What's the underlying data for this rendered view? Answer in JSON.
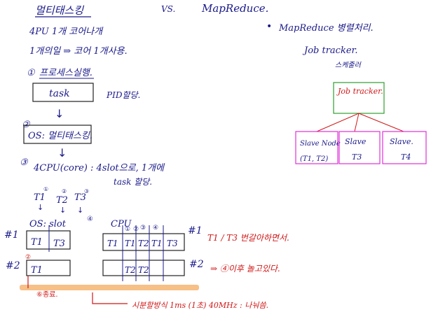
{
  "header": {
    "title": "멀티태스킹",
    "vs": "VS.",
    "mapreduce": "MapReduce."
  },
  "left_notes": {
    "line1": "4PU 1개 코어나개",
    "line2": "1개의일 ⇒ 코어 1개사용.",
    "step1": {
      "num": "①",
      "label": "프로세스실행."
    },
    "task_box": "task",
    "pid": "PID할당.",
    "arrow1": "↓",
    "step2": {
      "num": "②",
      "box": "OS: 멀티태스킹."
    },
    "arrow2": "↓",
    "step3": {
      "num": "③",
      "line1": "4CPU(core) : 4slot으로, 1개에",
      "line2": "task 할당."
    },
    "tasks": [
      {
        "label": "T1",
        "mark": "①"
      },
      {
        "label": "T2",
        "mark": "②"
      },
      {
        "label": "T3",
        "mark": "③"
      }
    ],
    "mark4": "④",
    "os_slot": "OS: slot",
    "cpu": "CPU"
  },
  "slots": {
    "row1_label": "#1",
    "row2_label": "#2",
    "left_row1": [
      "T1",
      "T3"
    ],
    "left_row2": [
      "T1"
    ],
    "left_row2_mark": "②",
    "right_marks": [
      "①",
      "②",
      "③",
      "④"
    ],
    "right_row1": [
      "T1",
      "T1",
      "T2",
      "T1",
      "T3"
    ],
    "right_row2": [
      "T2",
      "T2"
    ],
    "right_row1_label": "#1",
    "right_row2_label": "#2",
    "end_mark": "⑥종료.",
    "bottom_note": "시분할방식 1ms (1초)   40MHz : 나눠씀."
  },
  "red_notes": {
    "note1": "T1 / T3 번갈아하면서.",
    "note2": "⇒ ④이후 놀고있다."
  },
  "right_notes": {
    "bullet": "•",
    "heading": "MapReduce 병렬처리.",
    "job_tracker": "Job tracker.",
    "scheduler": "스케줄러",
    "job_tracker_box": "Job tracker.",
    "slaves": [
      {
        "name": "Slave Node",
        "sub": "(T1, T2)"
      },
      {
        "name": "Slave",
        "sub": "T3"
      },
      {
        "name": "Slave.",
        "sub": "T4"
      }
    ]
  },
  "colors": {
    "ink": "#1a1a8a",
    "red": "#d01818",
    "green": "#2f9e2f",
    "magenta": "#e030d8",
    "highlight": "#f5b97a"
  }
}
